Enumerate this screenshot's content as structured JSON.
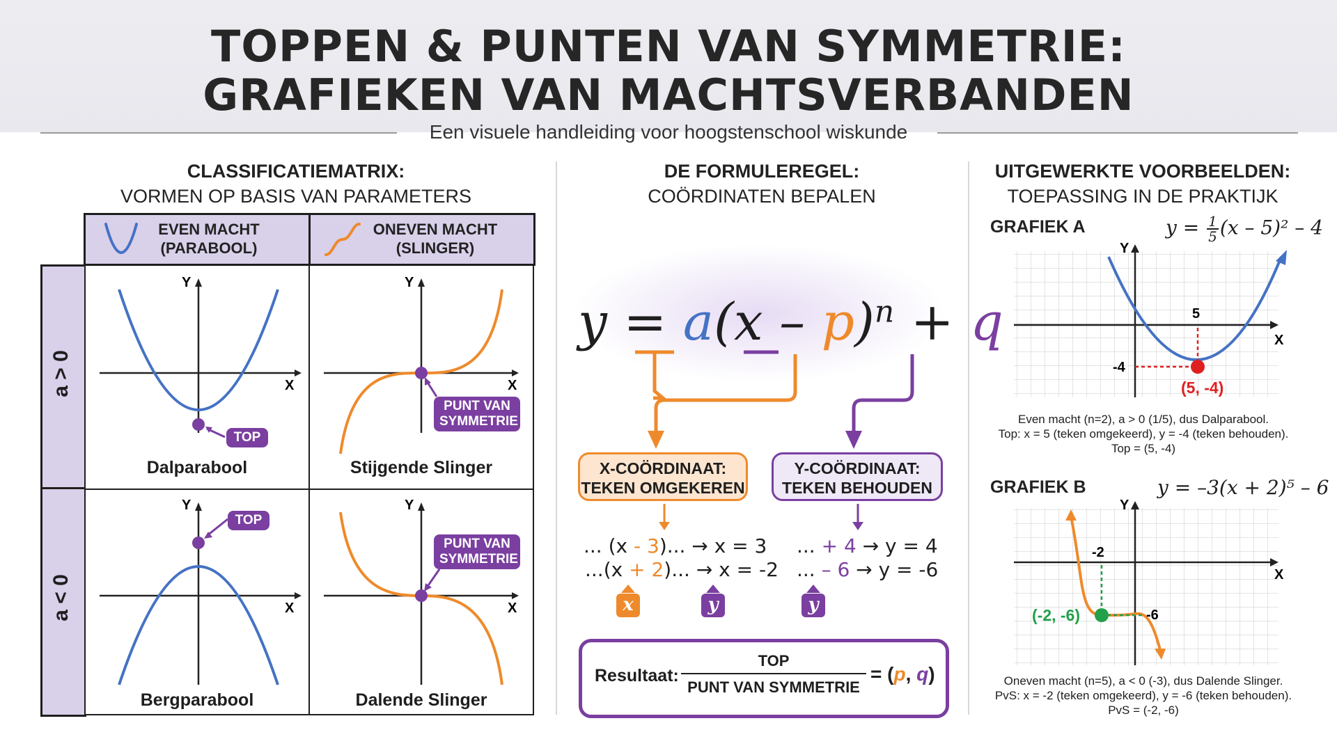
{
  "header": {
    "title_line1": "TOPPEN & PUNTEN VAN SYMMETRIE:",
    "title_line2": "GRAFIEKEN VAN MACHTSVERBANDEN",
    "subtitle": "Een visuele handleiding voor hoogstenschool wiskunde"
  },
  "left": {
    "heading_line1": "CLASSIFICATIEMATRIX:",
    "heading_line2": "VORMEN OP BASIS VAN PARAMETERS",
    "col_even_line1": "EVEN MACHT",
    "col_even_line2": "(PARABOOL)",
    "col_odd_line1": "ONEVEN MACHT",
    "col_odd_line2": "(SLINGER)",
    "row_pos": "a > 0",
    "row_neg": "a < 0",
    "axis_x": "X",
    "axis_y": "Y",
    "tag_top": "TOP",
    "tag_pvs_line1": "PUNT VAN",
    "tag_pvs_line2": "SYMMETRIE",
    "label_dal": "Dalparabool",
    "label_stijgend": "Stijgende Slinger",
    "label_berg": "Bergparabool",
    "label_dalend": "Dalende Slinger"
  },
  "middle": {
    "heading_line1": "DE FORMULEREGEL:",
    "heading_line2": "COÖRDINATEN BEPALEN",
    "formula": {
      "y": "y",
      "eq": " = ",
      "a": "a",
      "open": "(x – ",
      "p": "p",
      "close": ")",
      "n": "n",
      "plus": " + ",
      "q": "q"
    },
    "box_x_line1": "X-COÖRDINAAT:",
    "box_x_line2": "TEKEN OMGEKEREN",
    "box_y_line1": "Y-COÖRDINAAT:",
    "box_y_line2": "TEKEN BEHOUDEN",
    "rule_x1_pre": "... (x ",
    "rule_x1_num": "- 3",
    "rule_x1_post": ")... → x = 3",
    "rule_x2_pre": "...(x ",
    "rule_x2_num": "+ 2",
    "rule_x2_post": ")... → x = -2",
    "rule_y1_pre": "... ",
    "rule_y1_num": "+ 4",
    "rule_y1_post": " → y = 4",
    "rule_y2_pre": "... ",
    "rule_y2_num": "– 6",
    "rule_y2_post": " → y = -6",
    "chip_x": "x",
    "chip_y": "y",
    "result_label": "Resultaat:",
    "result_num": "TOP",
    "result_den": "PUNT VAN SYMMETRIE",
    "result_eq": "= (",
    "result_p": "p",
    "result_comma": ", ",
    "result_q": "q",
    "result_close": ")"
  },
  "right": {
    "heading_line1": "UITGEWERKTE VOORBEELDEN:",
    "heading_line2": "TOEPASSING IN DE PRAKTIJK",
    "a_label": "GRAFIEK A",
    "a_formula_pre": "y = ",
    "a_frac_num": "1",
    "a_frac_den": "5",
    "a_formula_post": "(x – 5)² – 4",
    "a_tick_x": "5",
    "a_tick_y": "-4",
    "a_point": "(5, -4)",
    "a_note1": "Even macht (n=2), a > 0 (1/5), dus Dalparabool.",
    "a_note2": "Top: x = 5 (teken omgekeerd), y = -4 (teken behouden).",
    "a_note3": "Top = (5, -4)",
    "b_label": "GRAFIEK B",
    "b_formula": "y = –3(x + 2)⁵ – 6",
    "b_tick_x": "-2",
    "b_tick_y": "-6",
    "b_point": "(-2, -6)",
    "b_note1": "Oneven macht (n=5), a < 0 (-3), dus Dalende Slinger.",
    "b_note2": "PvS: x = -2 (teken omgekeerd), y = -6 (teken behouden).",
    "b_note3": "PvS = (-2, -6)",
    "axis_x": "X",
    "axis_y": "Y"
  },
  "colors": {
    "blue": "#4572c4",
    "orange": "#ee8a2c",
    "purple": "#7a3fa0",
    "red": "#e02020",
    "green": "#22a04a",
    "lavender": "#d9d0ea"
  }
}
